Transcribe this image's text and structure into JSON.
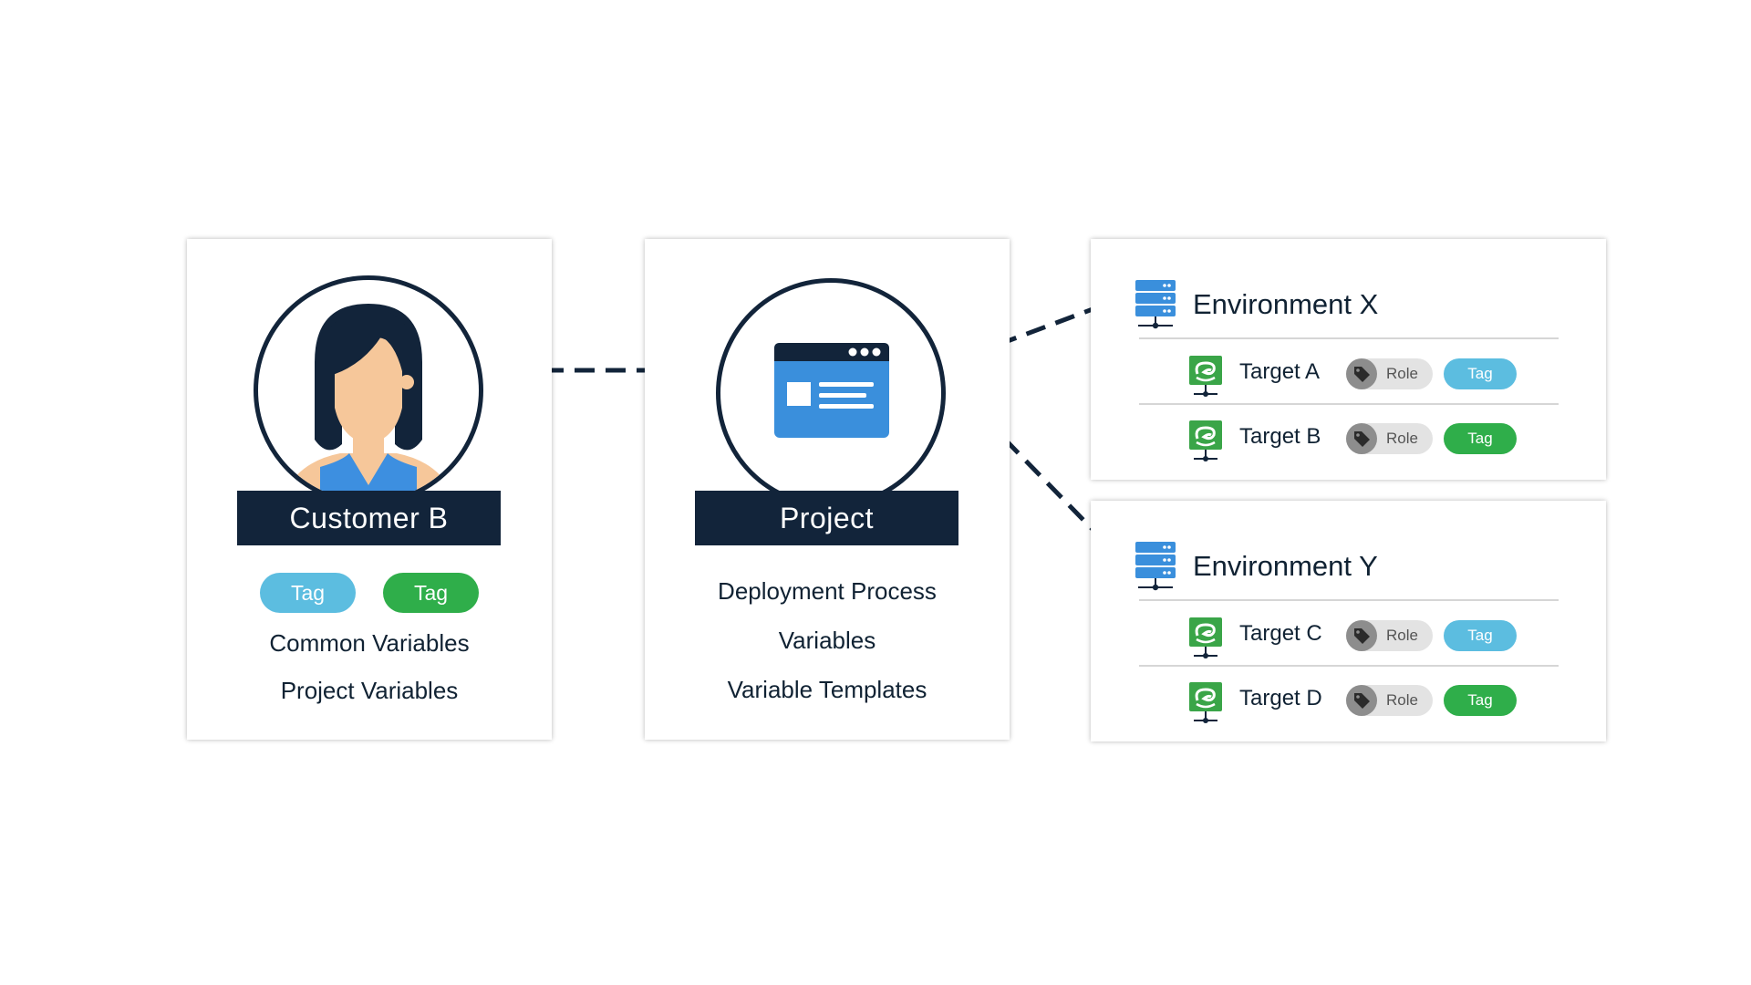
{
  "customer": {
    "name": "Customer B",
    "tags": [
      {
        "label": "Tag",
        "color": "#5cbde0"
      },
      {
        "label": "Tag",
        "color": "#2fae4a"
      }
    ],
    "variables": [
      "Common Variables",
      "Project Variables"
    ]
  },
  "project": {
    "name": "Project",
    "items": [
      "Deployment Process",
      "Variables",
      "Variable Templates"
    ]
  },
  "environments": [
    {
      "name": "Environment X",
      "targets": [
        {
          "name": "Target A",
          "role": "Role",
          "tag": "Tag",
          "tag_color": "#5cbde0"
        },
        {
          "name": "Target B",
          "role": "Role",
          "tag": "Tag",
          "tag_color": "#2fae4a"
        }
      ]
    },
    {
      "name": "Environment Y",
      "targets": [
        {
          "name": "Target C",
          "role": "Role",
          "tag": "Tag",
          "tag_color": "#5cbde0"
        },
        {
          "name": "Target D",
          "role": "Role",
          "tag": "Tag",
          "tag_color": "#2fae4a"
        }
      ]
    }
  ],
  "colors": {
    "navy": "#12243a",
    "accent_blue": "#3a8fdc",
    "tag_blue": "#5cbde0",
    "tag_green": "#2fae4a",
    "target_green": "#3aa548"
  },
  "icons": {
    "customer": "woman-avatar-icon",
    "project": "browser-window-icon",
    "environment": "server-stack-icon",
    "target": "deployment-target-icon",
    "role": "tag-icon"
  }
}
